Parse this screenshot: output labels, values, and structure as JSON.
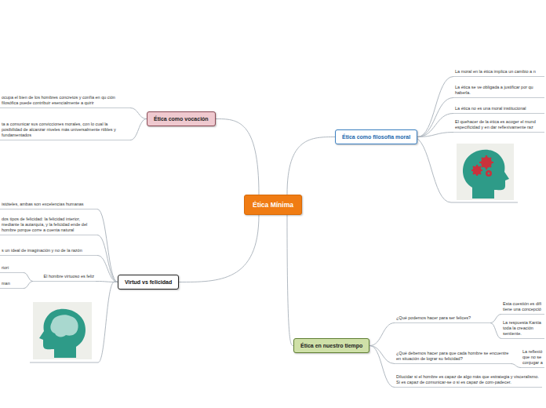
{
  "diagram": {
    "nodes": [
      {
        "text": [
          "Ética Mínima"
        ]
      },
      {
        "text": [
          "Ética como vocación"
        ]
      },
      {
        "text": [
          "ocupa el bien de los hombres concretos y confía en qu ción filosófica puede contribuir esencialmente a quirir"
        ]
      },
      {
        "text": [
          "ta a comunicar sus convicciones morales, con lo cual la posibilidad de alcanzar niveles más universalmente rtibles y fundamentados"
        ]
      },
      {
        "text": [
          "Ética como filosofía moral"
        ]
      },
      {
        "text": [
          "La moral en la ética implica un cambio a n"
        ]
      },
      {
        "text": [
          "La ética se ve obligada a justificar por qu haberla."
        ]
      },
      {
        "text": [
          "La ética no es una moral institucional"
        ]
      },
      {
        "text": [
          "El quehacer de la ética es acoger el mund especificidad y en dar reflexivamente raz"
        ]
      },
      {
        "text": [
          "Virtud vs felicidad"
        ]
      },
      {
        "text": [
          "istóteles, ambas son excelencias humanas"
        ]
      },
      {
        "text": [
          "dos tipos de felicidad: la felicidad interior, mediante la autarquía, y la felicidad ende del hombre porque corre a cuenta natural"
        ]
      },
      {
        "text": [
          "s un ideal de imaginación y no de la razón"
        ]
      },
      {
        "text": [
          "El hombre virtuoso es feliz"
        ]
      },
      {
        "text": [
          "riori"
        ]
      },
      {
        "text": [
          "man"
        ]
      },
      {
        "text": [
          "Ética en nuestro tiempo"
        ]
      },
      {
        "text": [
          "¿Qué podemos hacer para ser felices?"
        ]
      },
      {
        "text": [
          "Esta cuestión es difí tiene una concepció"
        ]
      },
      {
        "text": [
          "La respuesta Kantia toda la creación sentiente."
        ]
      },
      {
        "text": [
          "¿Qué debemos hacer para que cada hombre se encuentre en situación de lograr su felicidad?"
        ]
      },
      {
        "text": [
          "La reflexió que no se conjugar a"
        ]
      },
      {
        "text": [
          "Dilucidar si el hombre es capaz de algo más que estrategia y visceralismo. Si es capaz de comunicar-se o si es capaz de com-padecer."
        ]
      }
    ],
    "edges": [
      {
        "from": 0,
        "to": 1,
        "arrow": "none"
      },
      {
        "from": 0,
        "to": 4,
        "arrow": "none"
      },
      {
        "from": 0,
        "to": 9,
        "arrow": "none"
      },
      {
        "from": 0,
        "to": 16,
        "arrow": "none"
      },
      {
        "from": 1,
        "to": 2,
        "arrow": "none"
      },
      {
        "from": 1,
        "to": 3,
        "arrow": "none"
      },
      {
        "from": 4,
        "to": 5,
        "arrow": "none"
      },
      {
        "from": 4,
        "to": 6,
        "arrow": "none"
      },
      {
        "from": 4,
        "to": 7,
        "arrow": "none"
      },
      {
        "from": 4,
        "to": 8,
        "arrow": "none"
      },
      {
        "from": 9,
        "to": 10,
        "arrow": "none"
      },
      {
        "from": 9,
        "to": 11,
        "arrow": "none"
      },
      {
        "from": 9,
        "to": 12,
        "arrow": "none"
      },
      {
        "from": 9,
        "to": 13,
        "arrow": "none"
      },
      {
        "from": 13,
        "to": 14,
        "arrow": "none"
      },
      {
        "from": 13,
        "to": 15,
        "arrow": "none"
      },
      {
        "from": 16,
        "to": 17,
        "arrow": "none"
      },
      {
        "from": 16,
        "to": 20,
        "arrow": "none"
      },
      {
        "from": 16,
        "to": 22,
        "arrow": "none"
      },
      {
        "from": 17,
        "to": 18,
        "arrow": "none"
      },
      {
        "from": 17,
        "to": 19,
        "arrow": "none"
      },
      {
        "from": 20,
        "to": 21,
        "arrow": "none"
      }
    ]
  }
}
